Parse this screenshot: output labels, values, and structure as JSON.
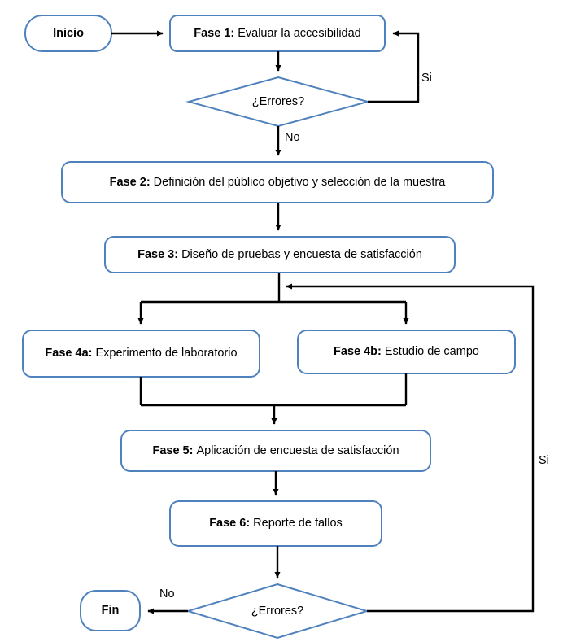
{
  "diagram": {
    "type": "flowchart",
    "language": "es",
    "colors": {
      "node_border": "#4F81BD",
      "node_fill": "#FFFFFF",
      "connector": "#000000",
      "text": "#000000",
      "background": "#FFFFFF"
    },
    "nodes": [
      {
        "id": "inicio",
        "shape": "terminator",
        "label": "Inicio",
        "bold_prefix": "",
        "rest": ""
      },
      {
        "id": "fase1",
        "shape": "process",
        "bold_prefix": "Fase 1:",
        "rest": "Evaluar la accesibilidad",
        "label": "Fase 1: Evaluar la accesibilidad"
      },
      {
        "id": "decision1",
        "shape": "decision",
        "label": "¿Errores?"
      },
      {
        "id": "fase2",
        "shape": "process",
        "bold_prefix": "Fase 2:",
        "rest": "Definición del público objetivo y selección de la muestra",
        "label": "Fase 2: Definición del público objetivo y selección de la muestra"
      },
      {
        "id": "fase3",
        "shape": "process",
        "bold_prefix": "Fase 3:",
        "rest": "Diseño de pruebas y encuesta de satisfacción",
        "label": "Fase 3: Diseño de pruebas y encuesta de satisfacción"
      },
      {
        "id": "fase4a",
        "shape": "process",
        "bold_prefix": "Fase 4a:",
        "rest": "Experimento de laboratorio",
        "label": "Fase 4a: Experimento de laboratorio"
      },
      {
        "id": "fase4b",
        "shape": "process",
        "bold_prefix": "Fase 4b:",
        "rest": "Estudio de campo",
        "label": "Fase 4b: Estudio de campo"
      },
      {
        "id": "fase5",
        "shape": "process",
        "bold_prefix": "Fase 5:",
        "rest": "Aplicación de encuesta de satisfacción",
        "label": "Fase 5: Aplicación de encuesta de satisfacción"
      },
      {
        "id": "fase6",
        "shape": "process",
        "bold_prefix": "Fase 6:",
        "rest": "Reporte de fallos",
        "label": "Fase 6: Reporte de fallos"
      },
      {
        "id": "decision2",
        "shape": "decision",
        "label": "¿Errores?"
      },
      {
        "id": "fin",
        "shape": "terminator",
        "label": "Fin",
        "bold_prefix": "",
        "rest": ""
      }
    ],
    "edge_labels": {
      "decision1_yes": "Si",
      "decision1_no": "No",
      "decision2_yes": "Si",
      "decision2_no": "No"
    }
  }
}
